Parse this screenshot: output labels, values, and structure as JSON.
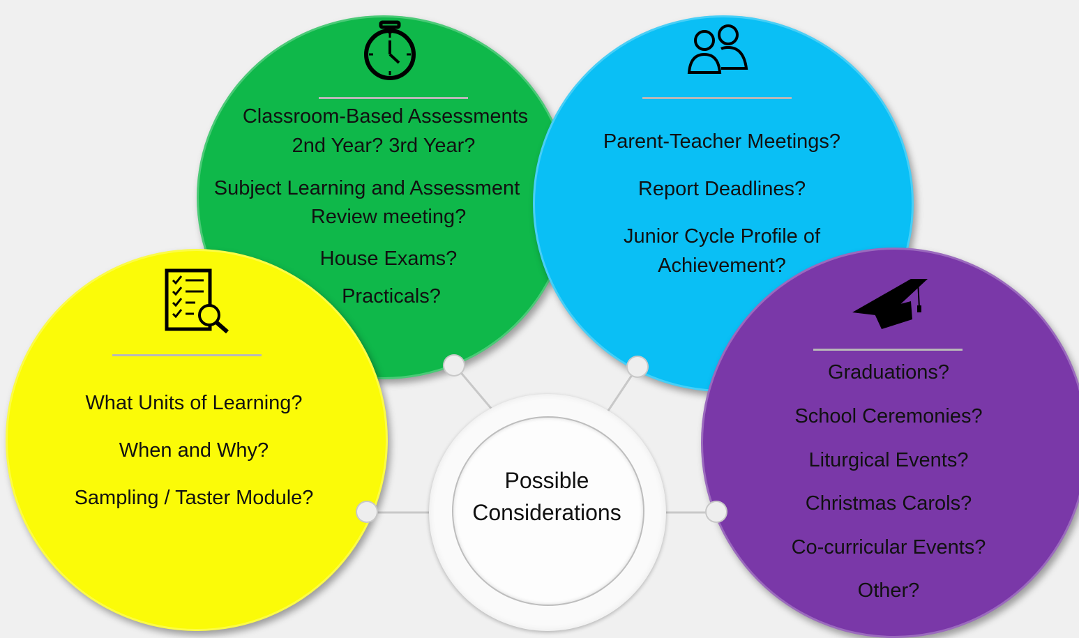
{
  "center": {
    "line1": "Possible",
    "line2": "Considerations"
  },
  "green": {
    "icon": "stopwatch-icon",
    "color": "#0fb84a",
    "lines": [
      "Classroom-Based Assessments",
      "2nd Year? 3rd Year?",
      "Subject Learning and Assessment",
      "Review meeting?",
      "House Exams?",
      "Practicals?"
    ]
  },
  "blue": {
    "icon": "people-icon",
    "color": "#0abff5",
    "lines": [
      "Parent-Teacher Meetings?",
      "Report Deadlines?",
      "Junior Cycle Profile of",
      "Achievement?"
    ]
  },
  "yellow": {
    "icon": "checklist-search-icon",
    "color": "#fbfb08",
    "lines": [
      "What Units of Learning?",
      "When and Why?",
      "Sampling / Taster Module?"
    ]
  },
  "purple": {
    "icon": "graduation-cap-icon",
    "color": "#7a38a8",
    "lines": [
      "Graduations?",
      "School Ceremonies?",
      "Liturgical Events?",
      "Christmas Carols?",
      "Co-curricular Events?",
      "Other?"
    ]
  }
}
